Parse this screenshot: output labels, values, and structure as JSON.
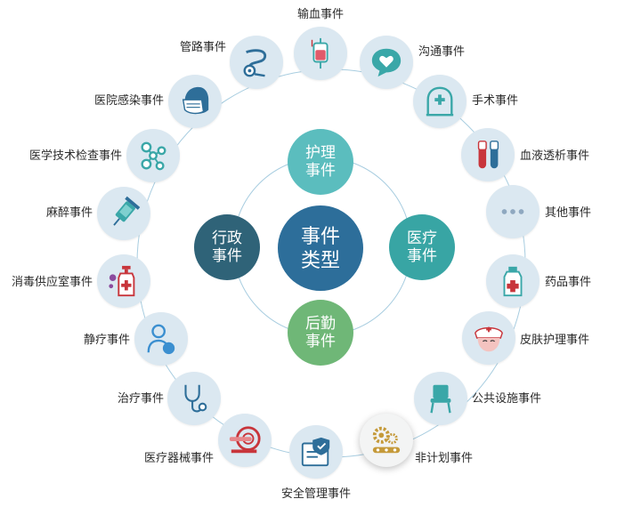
{
  "center": {
    "line1": "事件",
    "line2": "类型",
    "color": "#2d6e9a"
  },
  "hubs": [
    {
      "id": "nursing",
      "line1": "护理",
      "line2": "事件",
      "color": "#5bbdbe"
    },
    {
      "id": "admin",
      "line1": "行政",
      "line2": "事件",
      "color": "#2f6378"
    },
    {
      "id": "medical",
      "line1": "医疗",
      "line2": "事件",
      "color": "#38a5a4"
    },
    {
      "id": "logistics",
      "line1": "后勤",
      "line2": "事件",
      "color": "#6fb777"
    }
  ],
  "colors": {
    "node_fill": "#dbe8f1",
    "ring_stroke": "#a8cde0",
    "icon_teal": "#3aa7a8",
    "icon_blue": "#2e6e99",
    "icon_red": "#c8353b",
    "icon_gold": "#c59a3a"
  },
  "categories": [
    {
      "id": "blood-transfusion",
      "label": "输血事件",
      "icon": "blood-bag-icon"
    },
    {
      "id": "communication",
      "label": "沟通事件",
      "icon": "chat-heart-icon"
    },
    {
      "id": "surgery",
      "label": "手术事件",
      "icon": "surgical-lamp-icon"
    },
    {
      "id": "dialysis",
      "label": "血液透析事件",
      "icon": "test-tubes-icon"
    },
    {
      "id": "other",
      "label": "其他事件",
      "icon": "ellipsis-icon"
    },
    {
      "id": "drug",
      "label": "药品事件",
      "icon": "medicine-bottle-icon"
    },
    {
      "id": "skin-care",
      "label": "皮肤护理事件",
      "icon": "nurse-icon"
    },
    {
      "id": "public-facility",
      "label": "公共设施事件",
      "icon": "chair-icon"
    },
    {
      "id": "unplanned",
      "label": "非计划事件",
      "icon": "gears-icon"
    },
    {
      "id": "safety-management",
      "label": "安全管理事件",
      "icon": "shield-document-icon"
    },
    {
      "id": "equipment",
      "label": "医疗器械事件",
      "icon": "ct-scanner-icon"
    },
    {
      "id": "treatment",
      "label": "治疗事件",
      "icon": "stethoscope-icon"
    },
    {
      "id": "infusion",
      "label": "静疗事件",
      "icon": "patient-icon"
    },
    {
      "id": "disinfection",
      "label": "消毒供应室事件",
      "icon": "sanitizer-icon"
    },
    {
      "id": "anesthesia",
      "label": "麻醉事件",
      "icon": "syringe-icon"
    },
    {
      "id": "tech-exam",
      "label": "医学技术检查事件",
      "icon": "molecule-icon"
    },
    {
      "id": "infection",
      "label": "医院感染事件",
      "icon": "masked-face-icon"
    },
    {
      "id": "catheter",
      "label": "管路事件",
      "icon": "catheter-icon"
    }
  ]
}
